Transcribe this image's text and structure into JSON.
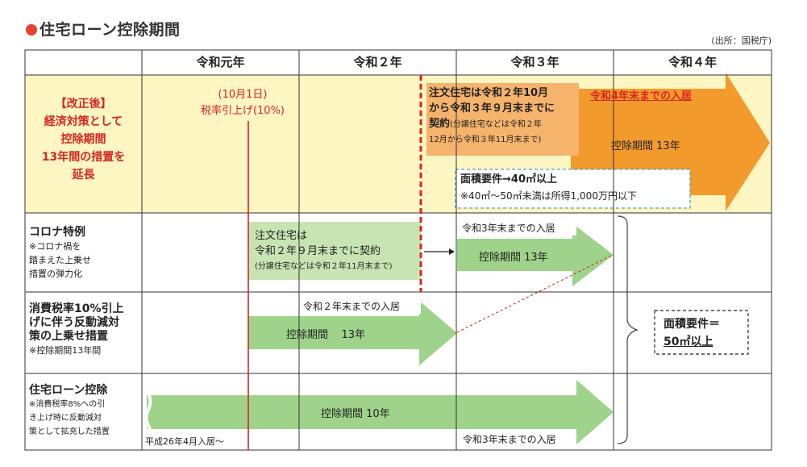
{
  "title": "住宅ローン控除期間",
  "source": "(出所：国税庁)",
  "header": {
    "c1": "令和元年",
    "c2": "令和２年",
    "c3": "令和３年",
    "c4": "令和４年"
  },
  "row1": {
    "label": [
      "【改正後】",
      "経済対策として",
      "控除期間",
      "13年間の措置を",
      "延長"
    ],
    "tax_hike": [
      "(10月1日)",
      "税率引上げ(10%)"
    ],
    "contract": [
      "注文住宅は令和２年10月",
      "から令和３年９月末までに"
    ],
    "contract_bold": "契約",
    "contract_small": "(分譲住宅などは令和２年",
    "contract_small2": "12月から令和３年11月末まで)",
    "move_in": "令和4年末までの入居",
    "period": "控除期間  13年",
    "area_req": "面積要件→40㎡以上",
    "area_note": "※40㎡～50㎡未満は所得1,000万円以下"
  },
  "row2": {
    "label_main": "コロナ特例",
    "label_sub": [
      "※コロナ禍を",
      "踏まえた上乗せ",
      "措置の弾力化"
    ],
    "box_line1": "注文住宅は",
    "box_line2": "令和２年９月末までに契約",
    "box_line3": "(分譲住宅などは令和２年11月末まで)",
    "move_in": "令和3年末までの入居",
    "period": "控除期間  13年"
  },
  "row3": {
    "label_main": [
      "消費税率10%引上",
      "げに伴う反動減対",
      "策の上乗せ措置"
    ],
    "label_sub": "※控除期間13年間",
    "move_in": "令和２年末までの入居",
    "period": "控除期間    13年",
    "area_req1": "面積要件＝",
    "area_req2": "50㎡以上"
  },
  "row4": {
    "label_main": "住宅ローン控除",
    "label_sub": [
      "※消費税率8%への引",
      "き上げ時に反動減対",
      "策として拡充した措置"
    ],
    "period": "控除期間  10年",
    "start": "平成26年4月入居～",
    "move_in": "令和3年末までの入居"
  },
  "colors": {
    "accent_red": "#d7261f",
    "orange": "#f39a2d",
    "orange_box": "#f6b36b",
    "yellow_bg": "#fdf5c2",
    "green": "#9fd28a",
    "green_light": "#c8e4b2"
  }
}
